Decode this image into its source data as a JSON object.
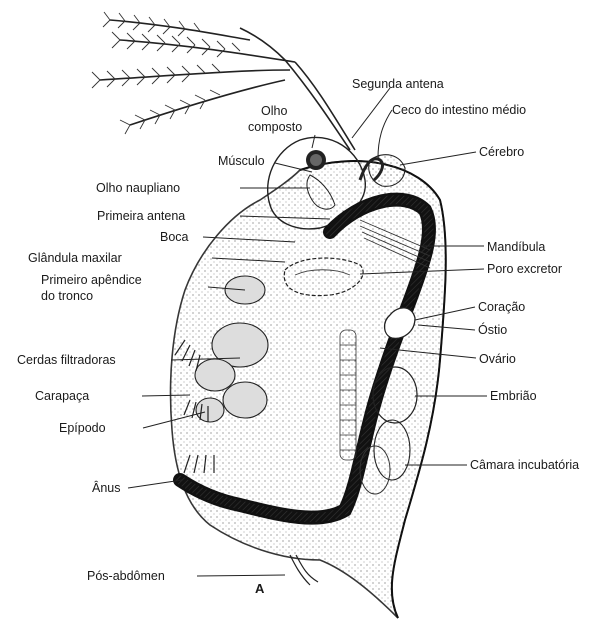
{
  "figure_letter": "A",
  "labels": {
    "segunda_antena": "Segunda antena",
    "olho_composto": [
      "Olho",
      "composto"
    ],
    "ceco": "Ceco do intestino médio",
    "cerebro": "Cérebro",
    "musculo": "Músculo",
    "olho_naupliano": "Olho naupliano",
    "primeira_antena": "Primeira antena",
    "boca": "Boca",
    "mandibula": "Mandíbula",
    "glandula": "Glândula maxilar",
    "poro": "Poro excretor",
    "primeiro_apendice": [
      "Primeiro apêndice",
      "do tronco"
    ],
    "coracao": "Coração",
    "ostio": "Óstio",
    "cerdas": "Cerdas filtradoras",
    "ovario": "Ovário",
    "carapaca": "Carapaça",
    "embriao": "Embrião",
    "epipodo": "Epípodo",
    "camara": "Câmara incubatória",
    "anus": "Ânus",
    "pos_abdomen": "Pós-abdômen"
  }
}
